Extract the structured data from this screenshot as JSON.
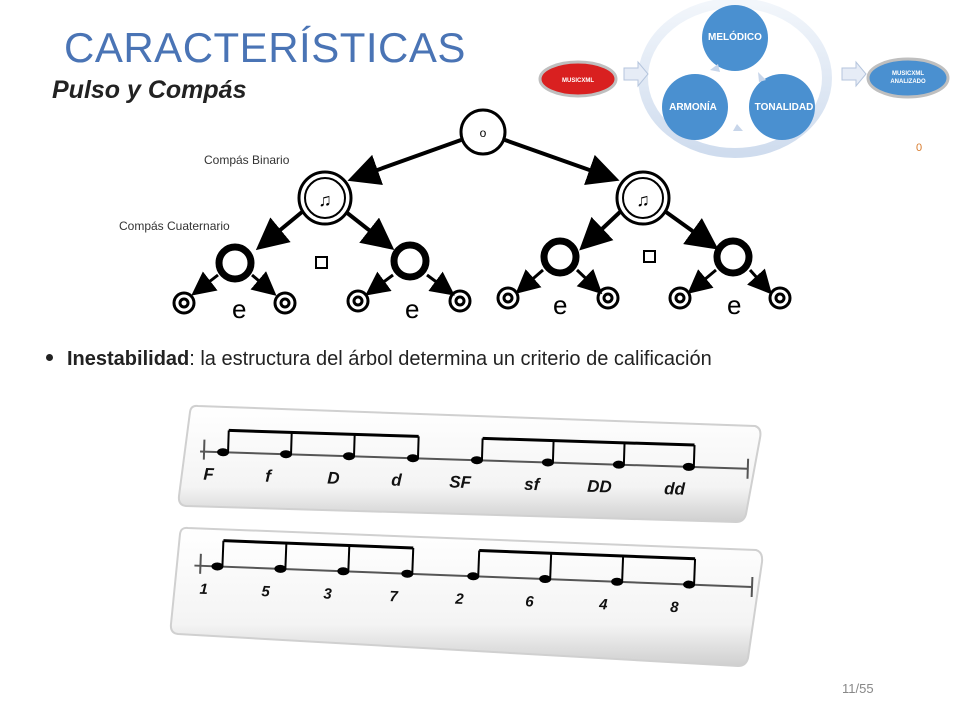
{
  "title": "CARACTERÍSTICAS",
  "subtitle": "Pulso y Compás",
  "diagram": {
    "input_node": "MUSICXML",
    "output_node": "MUSICXML ANALIZADO",
    "cycle_nodes": [
      "MELÓDICO",
      "TONALIDAD",
      "ARMONÍA"
    ],
    "zero_mark": "0",
    "colors": {
      "input": "#d92020",
      "cycle": "#4a90d0",
      "ring": "#dde6f3"
    }
  },
  "tree": {
    "root_symbol": "o",
    "label_binary": "Compás Binario",
    "label_quaternary": "Compás Cuaternario"
  },
  "bullet": {
    "term": "Inestabilidad",
    "text": ": la estructura del árbol determina  un criterio de calificación"
  },
  "staff1_labels": [
    "F",
    "f",
    "D",
    "d",
    "SF",
    "sf",
    "DD",
    "dd"
  ],
  "staff2_labels": [
    "1",
    "5",
    "3",
    "7",
    "2",
    "6",
    "4",
    "8"
  ],
  "page_number": "11/55"
}
